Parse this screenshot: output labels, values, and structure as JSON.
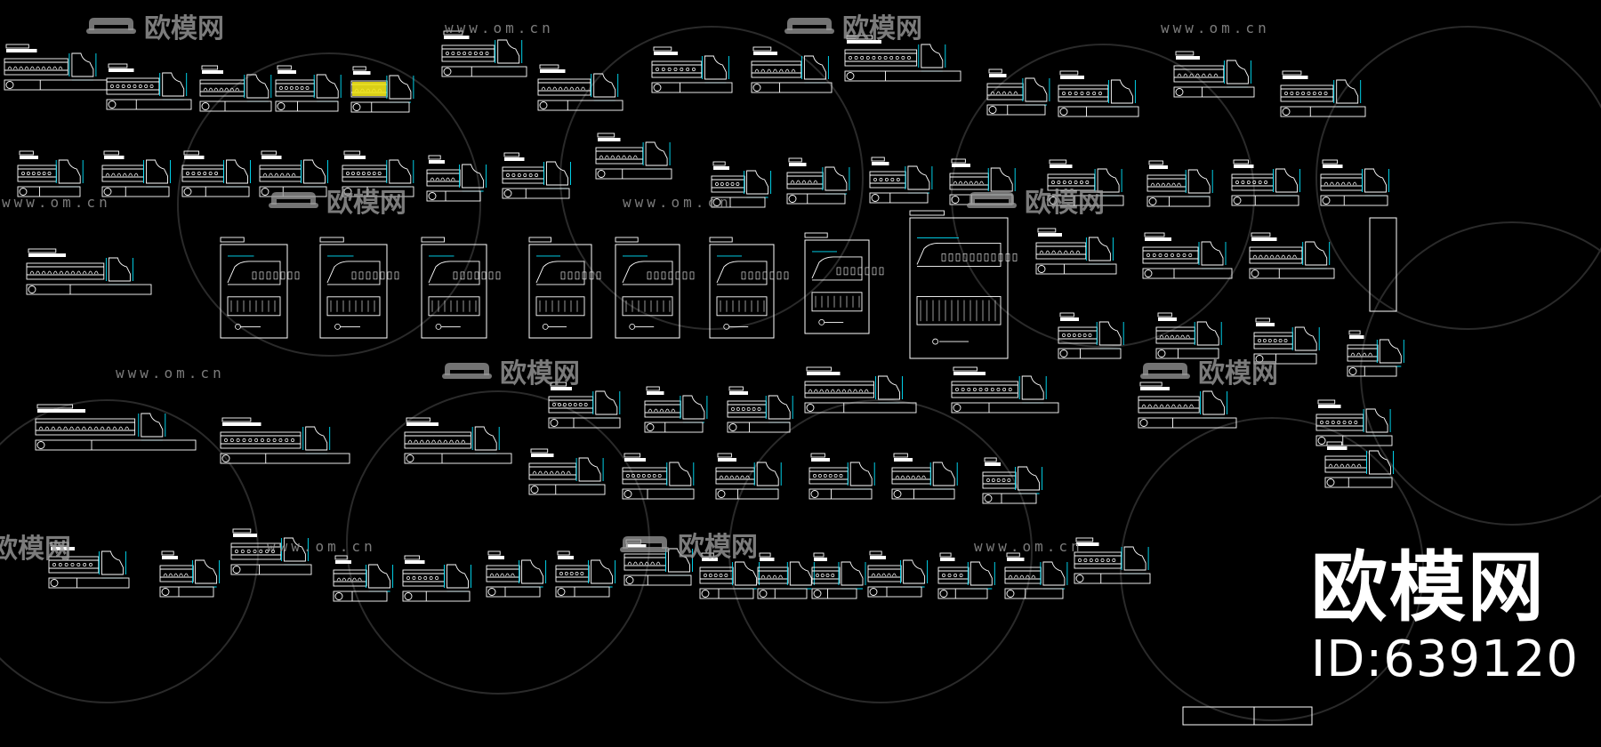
{
  "watermark": {
    "brand": "欧模网",
    "url": "www.om.cn",
    "logo_icon": "sofa-icon"
  },
  "id_stamp": {
    "brand": "欧模网",
    "id_text": "ID:639120"
  },
  "colors": {
    "background": "#000000",
    "line": "#ffffff",
    "dimension": "#00e5ff",
    "highlight": "#f2e51a",
    "watermark": "#9a9a9a"
  },
  "drawing": {
    "type": "cad-cornice-molding-sheet",
    "element_icon": "cornice-profile-icon"
  }
}
